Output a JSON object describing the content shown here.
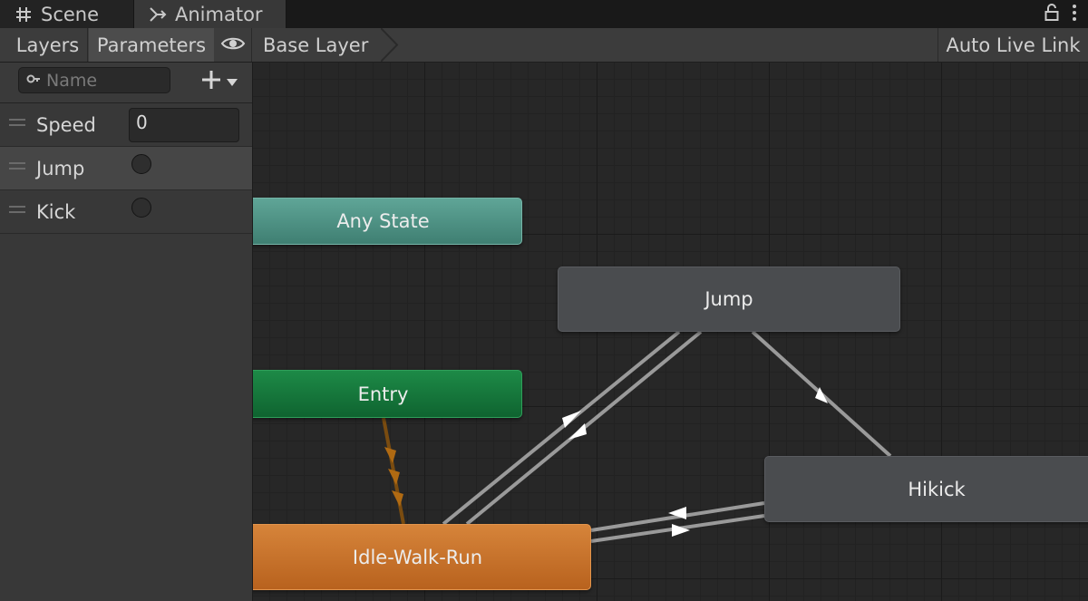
{
  "tabs": [
    {
      "label": "Scene",
      "icon": "grid-hash-icon"
    },
    {
      "label": "Animator",
      "icon": "animator-icon"
    }
  ],
  "tabbar_right": {
    "icons": [
      "lock-icon",
      "more-vertical-icon"
    ]
  },
  "toolbar": {
    "layers_label": "Layers",
    "parameters_label": "Parameters",
    "eye_icon": "eye-icon",
    "breadcrumb": "Base Layer",
    "auto_live_link": "Auto Live Link"
  },
  "parameters": {
    "search": {
      "placeholder": "Name",
      "icon": "search-icon"
    },
    "add_icon": "plus-icon",
    "items": [
      {
        "name": "Speed",
        "type": "float",
        "value": "0"
      },
      {
        "name": "Jump",
        "type": "trigger"
      },
      {
        "name": "Kick",
        "type": "trigger"
      }
    ]
  },
  "graph": {
    "nodes": {
      "any_state": "Any State",
      "entry": "Entry",
      "idle_walk_run": "Idle-Walk-Run",
      "jump": "Jump",
      "hikick": "Hikick"
    },
    "colors": {
      "any_state": "#4f9486",
      "entry": "#15783b",
      "default_state": "#c9732c",
      "state": "#4a4c4f",
      "transition": "#9a9a9a",
      "default_transition": "#b06a12"
    }
  }
}
